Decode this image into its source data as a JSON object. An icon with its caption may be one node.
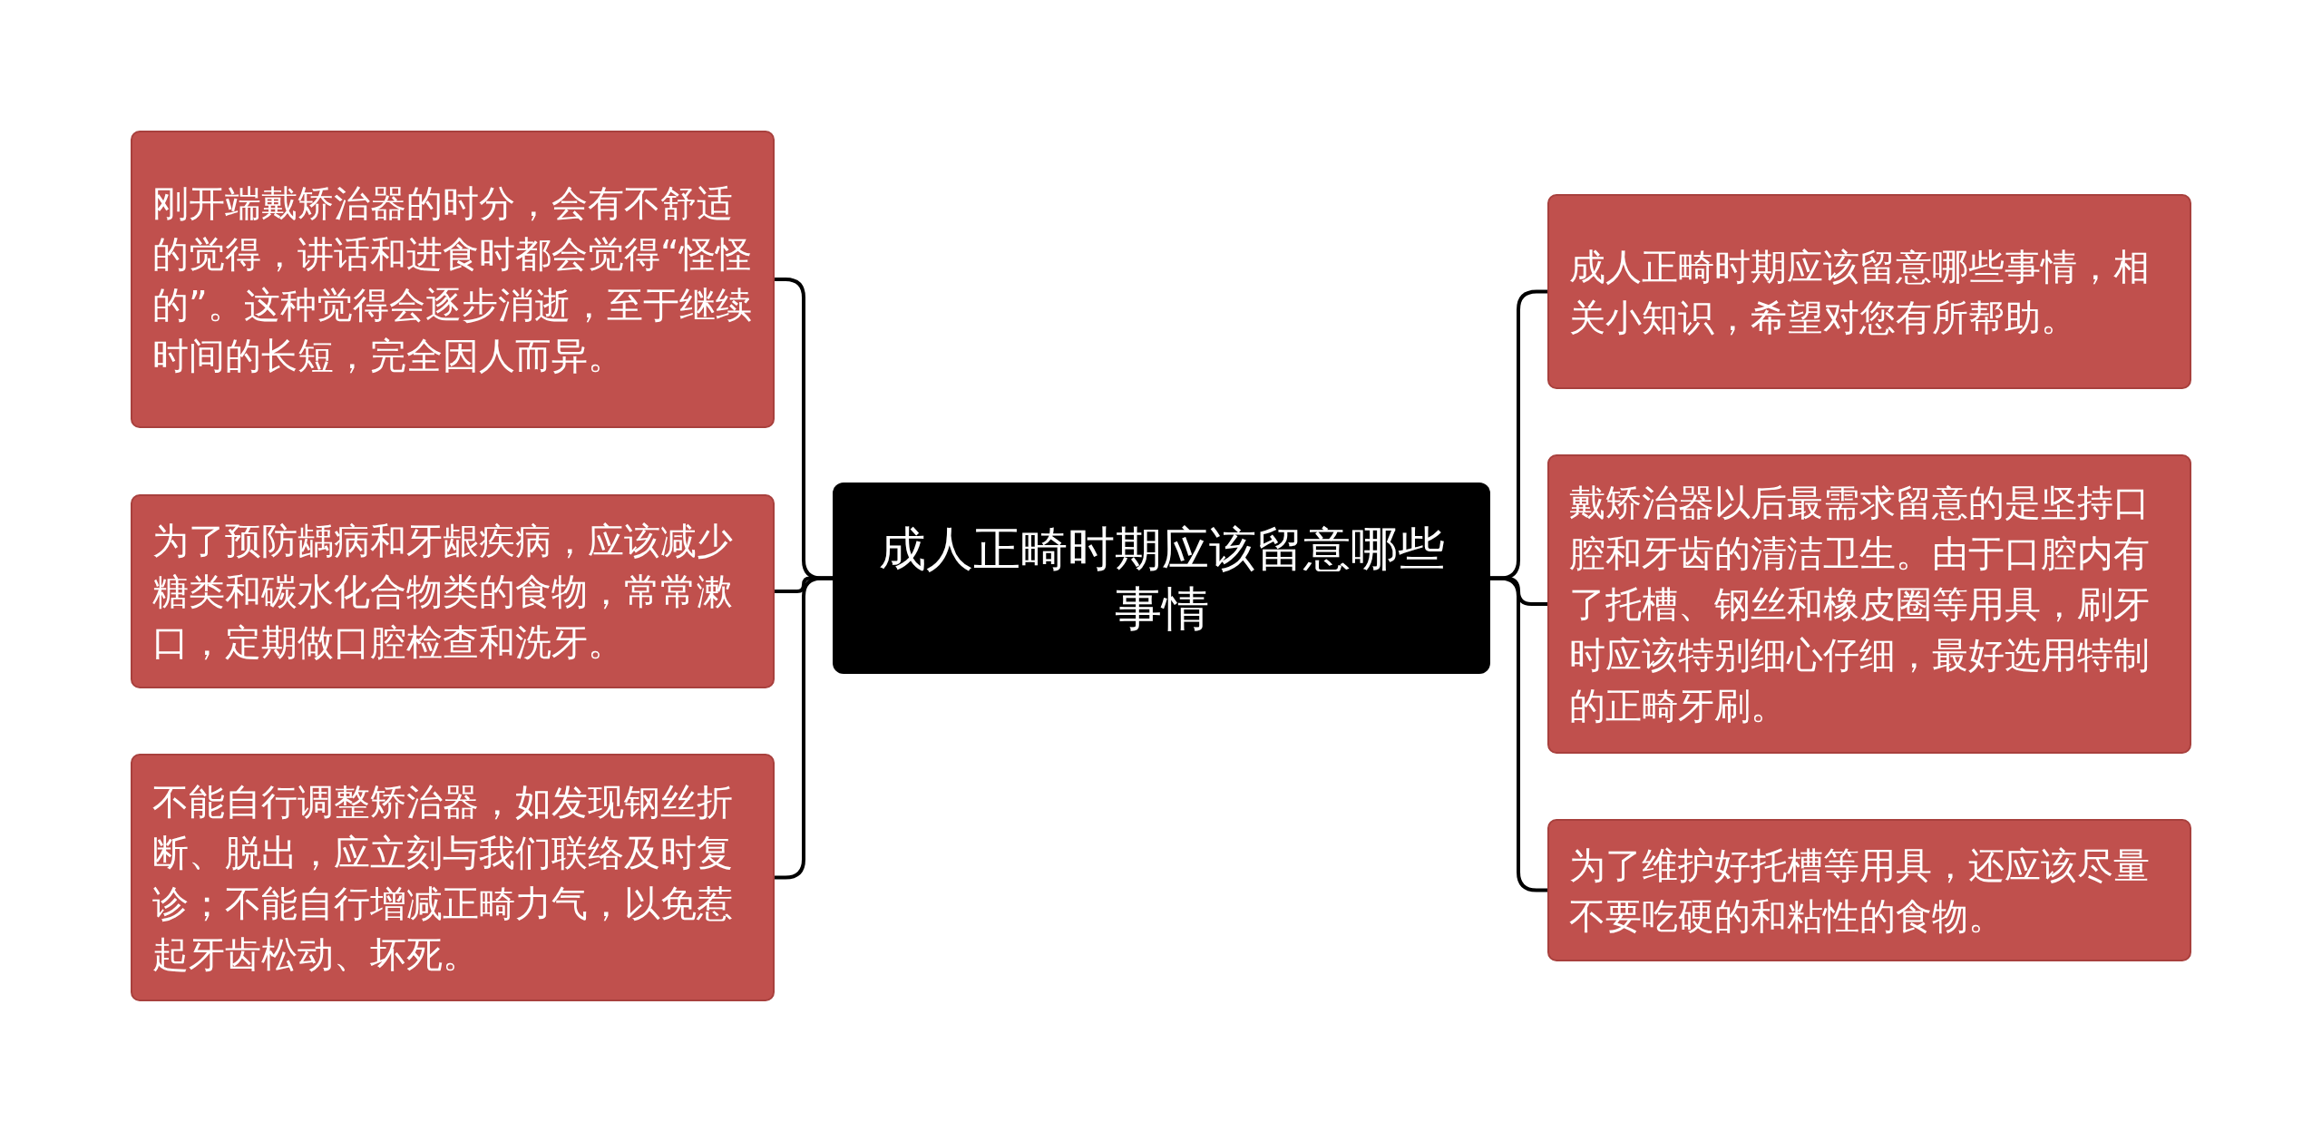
{
  "diagram": {
    "nodes": [
      {
        "text": [
          "成人正畸时期应该留意哪些事情"
        ]
      },
      {
        "text": [
          "刚开端戴矫治器的时分，会有不舒适的觉得，讲话和进食时都会觉得“怪怪的”。这种觉得会逐步消逝，至于继续时间的长短，完全因人而异。"
        ]
      },
      {
        "text": [
          "为了预防龋病和牙龈疾病，应该减少糖类和碳水化合物类的食物，常常漱口，定期做口腔检查和洗牙。"
        ]
      },
      {
        "text": [
          "不能自行调整矫治器，如发现钢丝折断、脱出，应立刻与我们联络及时复诊；不能自行增减正畸力气，以免惹起牙齿松动、坏死。"
        ]
      },
      {
        "text": [
          "成人正畸时期应该留意哪些事情，相关小知识，希望对您有所帮助。"
        ]
      },
      {
        "text": [
          "戴矫治器以后最需求留意的是坚持口腔和牙齿的清洁卫生。由于口腔内有了托槽、钢丝和橡皮圈等用具，刷牙时应该特别细心仔细，最好选用特制的正畸牙刷。"
        ]
      },
      {
        "text": [
          "为了维护好托槽等用具，还应该尽量不要吃硬的和粘性的食物。"
        ]
      }
    ],
    "edges": [
      {
        "from": 0,
        "to": 1,
        "arrow": "none"
      },
      {
        "from": 0,
        "to": 2,
        "arrow": "none"
      },
      {
        "from": 0,
        "to": 3,
        "arrow": "none"
      },
      {
        "from": 0,
        "to": 4,
        "arrow": "none"
      },
      {
        "from": 0,
        "to": 5,
        "arrow": "none"
      },
      {
        "from": 0,
        "to": 6,
        "arrow": "none"
      }
    ]
  }
}
